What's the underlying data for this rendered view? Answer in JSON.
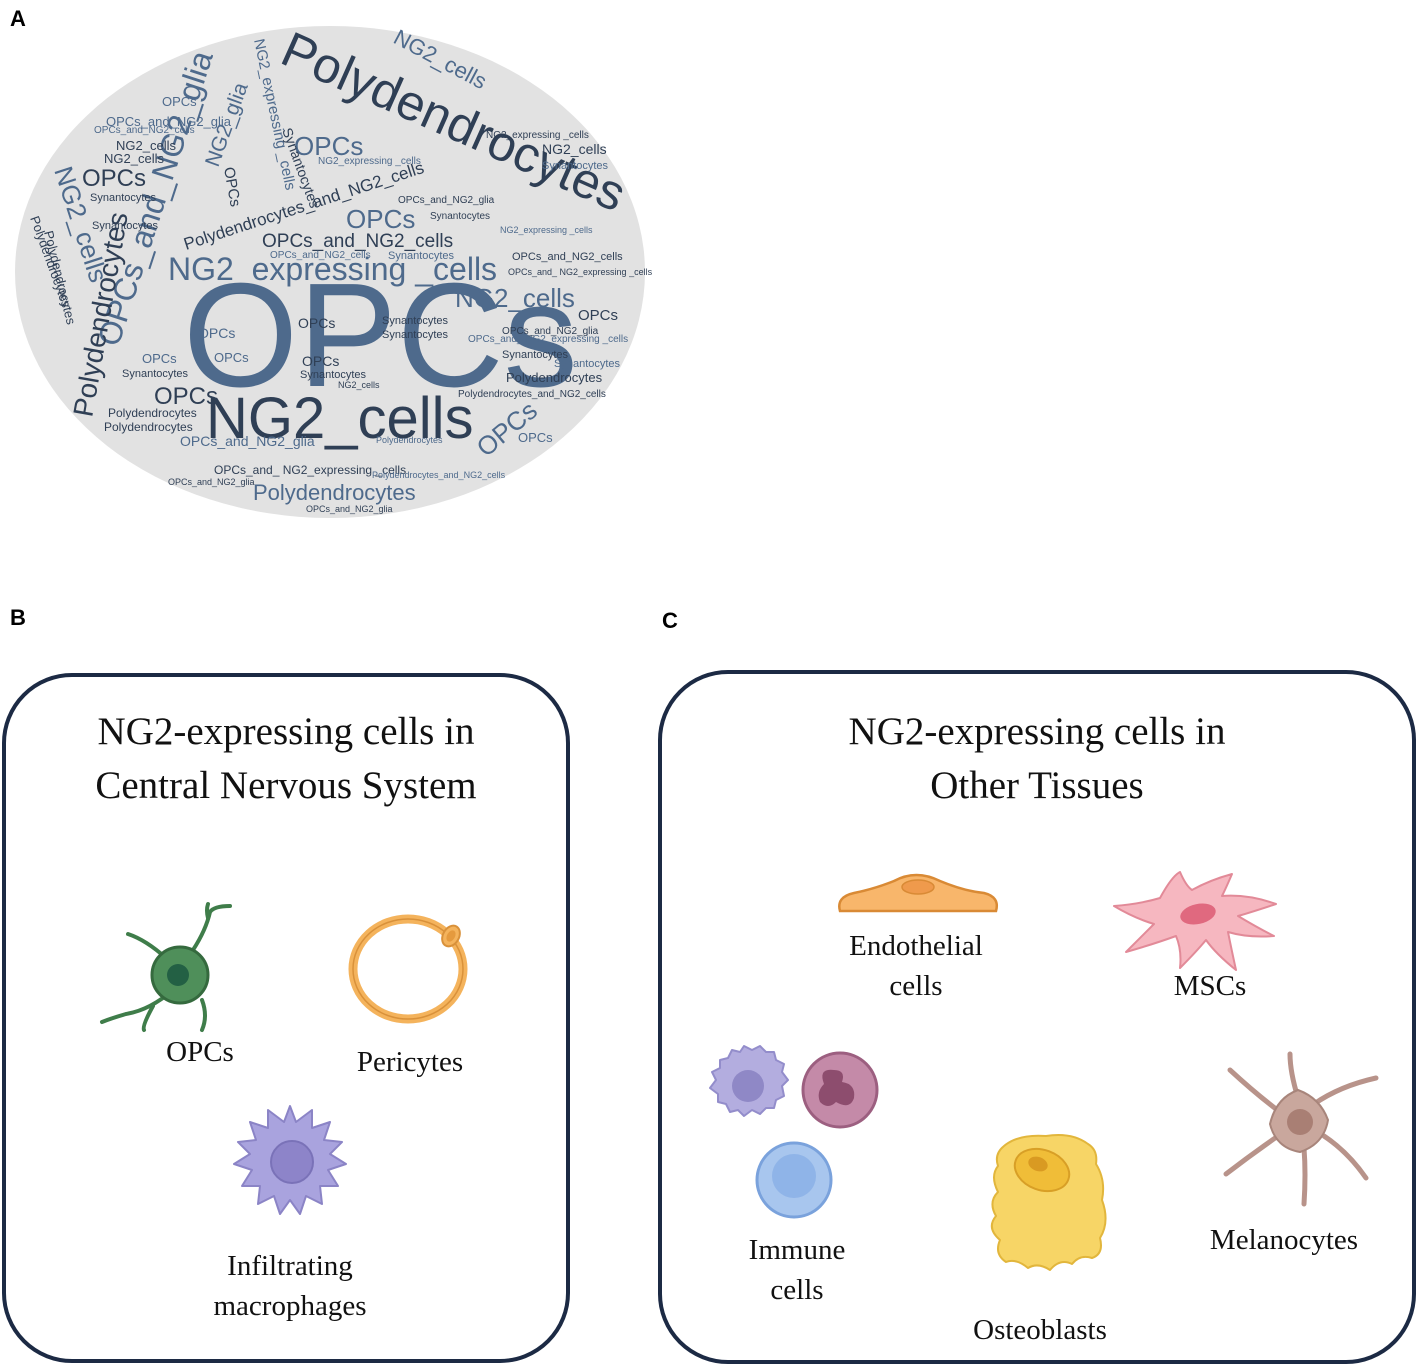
{
  "panels": {
    "a": "A",
    "b": "B",
    "c": "C"
  },
  "wordcloud": {
    "colors": {
      "background": "#e2e2e2",
      "dark": "#2f3f55",
      "mid": "#4e6a8c",
      "light": "#6f8db0"
    },
    "words": {
      "opcs": "OPCs",
      "ng2_cells": "NG2_cells",
      "polydendrocytes": "Polydendrocytes",
      "ng2_expressing_cells": "NG2_expressing _cells",
      "opcs_and_ng2_glia": "OPCs_and_NG2_glia",
      "opcs_and_ng2_cells": "OPCs_and_NG2_cells",
      "polydendrocytes_and_ng2_cells": "Polydendrocytes_and_NG2_cells",
      "synantocytes": "Synantocytes",
      "opcs_and_ng2_expressing_cells": "OPCs_and_ NG2_expressing _cells",
      "ng2_glia": "NG2_glia"
    }
  },
  "panel_b": {
    "title_line1": "NG2-expressing cells in",
    "title_line2": "Central Nervous System",
    "opcs": "OPCs",
    "pericytes": "Pericytes",
    "macrophages_line1": "Infiltrating",
    "macrophages_line2": "macrophages"
  },
  "panel_c": {
    "title_line1": "NG2-expressing cells in",
    "title_line2": "Other Tissues",
    "endothelial_line1": "Endothelial",
    "endothelial_line2": "cells",
    "mscs": "MSCs",
    "immune_line1": "Immune",
    "immune_line2": "cells",
    "osteoblasts": "Osteoblasts",
    "melanocytes": "Melanocytes"
  },
  "colors": {
    "border": "#1c2a44",
    "opc_green": "#4f8f5a",
    "pericyte_orange": "#f4b35c",
    "macrophage_purple": "#a9a3de",
    "endothelial_orange": "#f8b66b",
    "msc_pink": "#f6b7c0",
    "immune_blue": "#a8c6ee",
    "immune_magenta": "#c48aa8",
    "osteoblast_yellow": "#f7d566",
    "melanocyte_brown": "#c9a79d"
  }
}
